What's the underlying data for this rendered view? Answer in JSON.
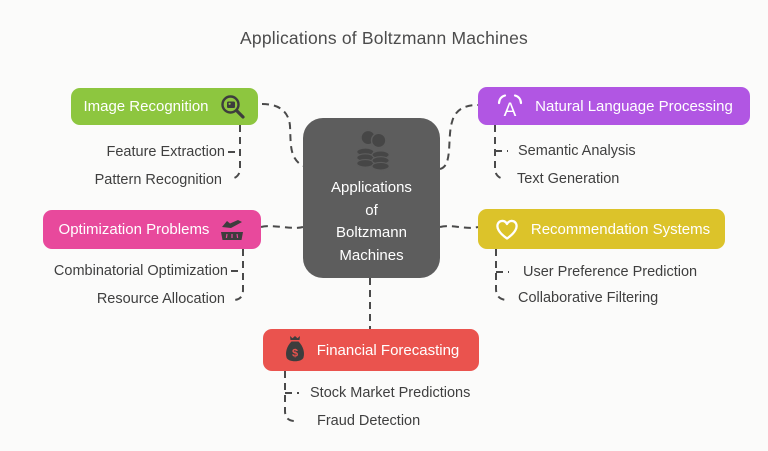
{
  "title": "Applications of Boltzmann Machines",
  "center": {
    "label": "Applications\nof\nBoltzmann\nMachines",
    "icon": "coins-icon",
    "color": "#5d5d5d"
  },
  "branches": [
    {
      "id": "image-recognition",
      "label": "Image Recognition",
      "color": "#8dc63f",
      "icon": "magnifier-image-icon",
      "children": [
        "Feature Extraction",
        "Pattern Recognition"
      ]
    },
    {
      "id": "optimization-problems",
      "label": "Optimization Problems",
      "color": "#e8499c",
      "icon": "airplane-takeoff-icon",
      "children": [
        "Combinatorial Optimization",
        "Resource Allocation"
      ]
    },
    {
      "id": "natural-language-processing",
      "label": "Natural Language Processing",
      "color": "#b156e3",
      "icon": "voice-a-icon",
      "children": [
        "Semantic Analysis",
        "Text Generation"
      ]
    },
    {
      "id": "recommendation-systems",
      "label": "Recommendation Systems",
      "color": "#dcc32a",
      "icon": "heart-icon",
      "children": [
        "User Preference Prediction",
        "Collaborative Filtering"
      ]
    },
    {
      "id": "financial-forecasting",
      "label": "Financial Forecasting",
      "color": "#ea534e",
      "icon": "money-bag-icon",
      "children": [
        "Stock Market Predictions",
        "Fraud Detection"
      ]
    }
  ],
  "connector_color": "#4a4a4a"
}
